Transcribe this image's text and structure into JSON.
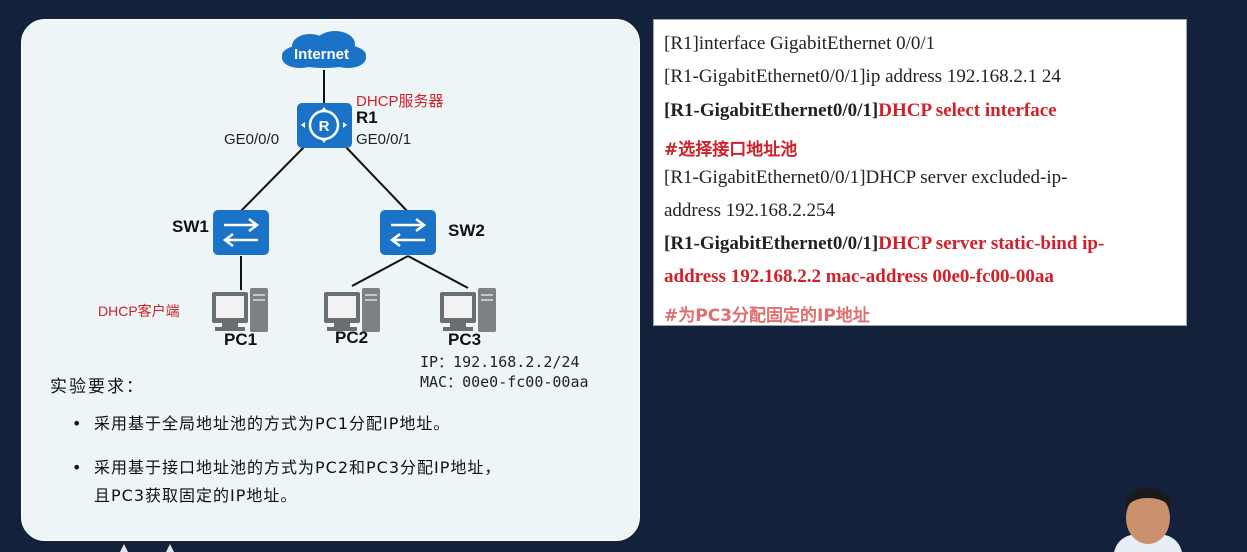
{
  "diagram": {
    "cloud_label": "Internet",
    "router": {
      "name": "R1",
      "role": "DHCP服务器",
      "left_if": "GE0/0/0",
      "right_if": "GE0/0/1"
    },
    "switches": [
      {
        "name": "SW1"
      },
      {
        "name": "SW2"
      }
    ],
    "client_label": "DHCP客户端",
    "pcs": [
      {
        "name": "PC1"
      },
      {
        "name": "PC2"
      },
      {
        "name": "PC3"
      }
    ],
    "pc3_ip": "IP：192.168.2.2/24",
    "pc3_mac": "MAC：00e0-fc00-00aa"
  },
  "requirements": {
    "title": "实验要求：",
    "items": [
      "采用基于全局地址池的方式为PC1分配IP地址。",
      "采用基于接口地址池的方式为PC2和PC3分配IP地址，",
      "且PC3获取固定的IP地址。"
    ]
  },
  "config": {
    "l1": "[R1]interface GigabitEthernet 0/0/1",
    "l2": "[R1-GigabitEthernet0/0/1]ip address 192.168.2.1 24",
    "l3_prompt": "[R1-GigabitEthernet0/0/1]",
    "l3_cmd": "DHCP select interface",
    "l4_comment": "#选择接口地址池",
    "l5": "[R1-GigabitEthernet0/0/1]DHCP server excluded-ip-",
    "l6": "address 192.168.2.254",
    "l7_prompt": "[R1-GigabitEthernet0/0/1]",
    "l7_cmd": "DHCP server static-bind ip-",
    "l8_cmd": "address 192.168.2.2 mac-address 00e0-fc00-00aa",
    "l9_comment": "#为PC3分配固定的IP地址"
  },
  "colors": {
    "background": "#13213a",
    "panel": "#edf5f6",
    "device_blue": "#1a73c6",
    "highlight_red": "#d0202a"
  }
}
